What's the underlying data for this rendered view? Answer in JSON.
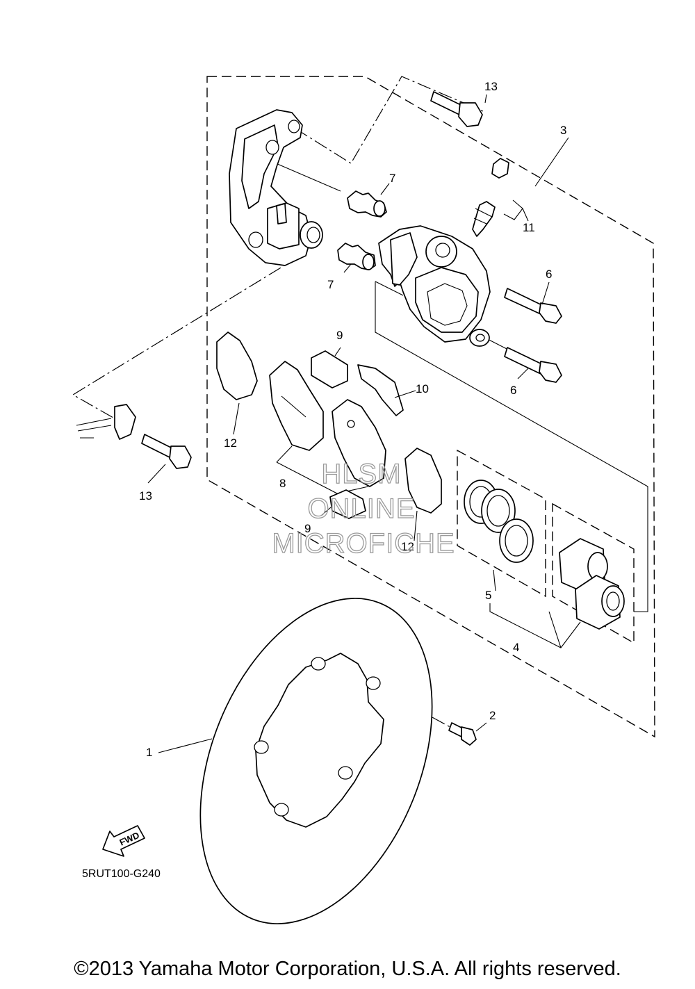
{
  "callouts": {
    "c1": "1",
    "c2": "2",
    "c3": "3",
    "c4": "4",
    "c5": "5",
    "c6a": "6",
    "c6b": "6",
    "c7a": "7",
    "c7b": "7",
    "c8": "8",
    "c9a": "9",
    "c9b": "9",
    "c10": "10",
    "c11": "11",
    "c12a": "12",
    "c12b": "12",
    "c13a": "13",
    "c13b": "13"
  },
  "fwd_label": "FWD",
  "diagram_code": "5RUT100-G240",
  "watermark": {
    "line1": "HLSM",
    "line2": "ONLINE",
    "line3": "MICROFICHE"
  },
  "copyright": "©2013 Yamaha Motor Corporation, U.S.A. All rights reserved."
}
